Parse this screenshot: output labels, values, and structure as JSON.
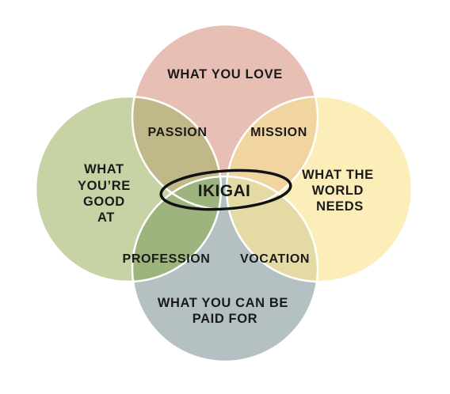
{
  "circles": {
    "love": {
      "label_lines": [
        "WHAT YOU LOVE"
      ],
      "color": "#e8bfb5"
    },
    "good": {
      "label_lines": [
        "WHAT",
        "YOU’RE",
        "GOOD",
        "AT"
      ],
      "color": "#c7d3a4"
    },
    "world": {
      "label_lines": [
        "WHAT THE",
        "WORLD",
        "NEEDS"
      ],
      "color": "#fbeeb9"
    },
    "paid": {
      "label_lines": [
        "WHAT YOU CAN BE",
        "PAID FOR"
      ],
      "color": "#b5c0c3"
    }
  },
  "overlaps": {
    "passion": {
      "label": "PASSION",
      "color": "#c1b889"
    },
    "mission": {
      "label": "MISSION",
      "color": "#f1d5a1"
    },
    "profession": {
      "label": "PROFESSION",
      "color": "#9db47e"
    },
    "vocation": {
      "label": "VOCATION",
      "color": "#e4dba4"
    }
  },
  "center": {
    "label": "IKIGAI",
    "color": "#e9df9c",
    "ring_color": "#111111"
  }
}
